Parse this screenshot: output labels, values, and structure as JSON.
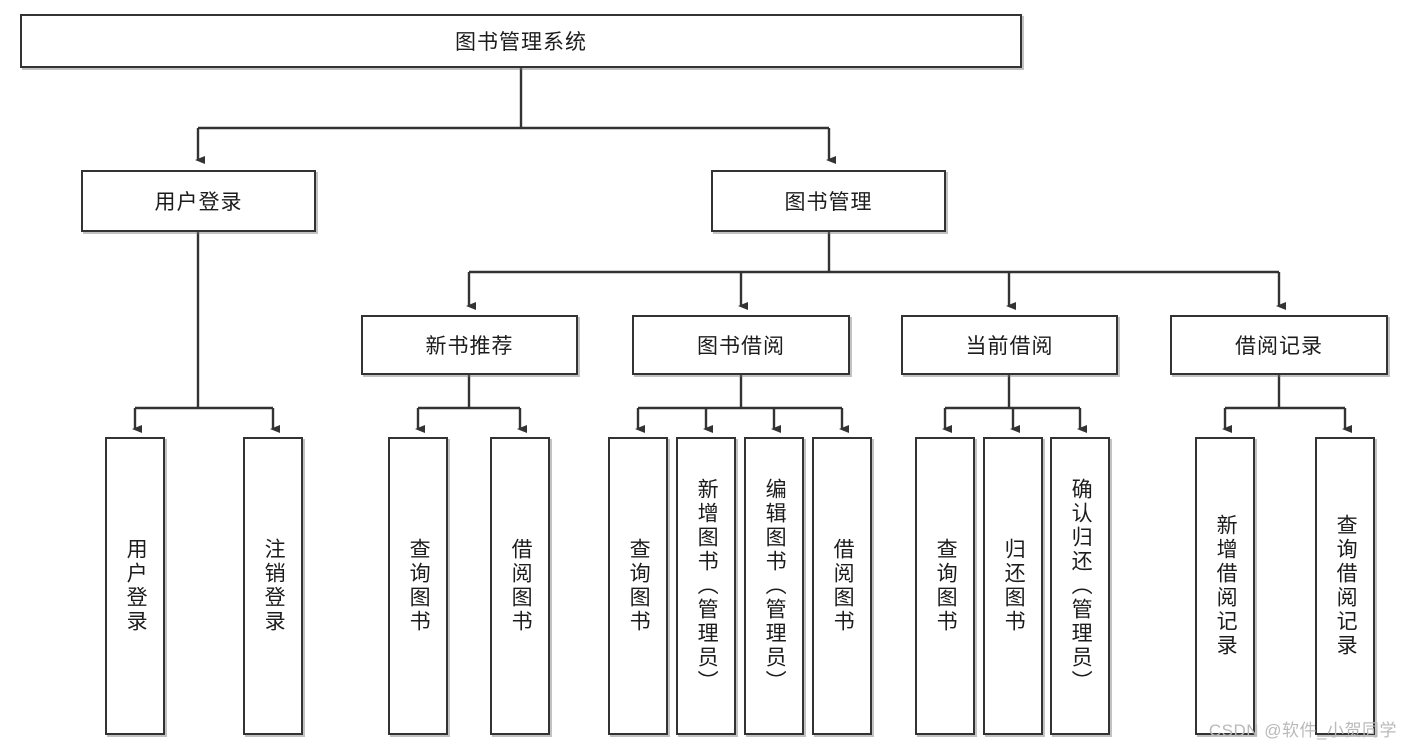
{
  "diagram": {
    "type": "hierarchy-tree",
    "title": "图书管理系统",
    "colors": {
      "box_border": "#333333",
      "box_fill": "#ffffff",
      "edge": "#333333",
      "text": "#1c1c1c",
      "watermark": "#b9b9b9"
    },
    "nodes": {
      "root": {
        "label": "图书管理系统",
        "level": 0
      },
      "user_login": {
        "label": "用户登录",
        "level": 1
      },
      "book_manage": {
        "label": "图书管理",
        "level": 1
      },
      "new_book_rec": {
        "label": "新书推荐",
        "level": 2
      },
      "book_borrow": {
        "label": "图书借阅",
        "level": 2
      },
      "current_borrow": {
        "label": "当前借阅",
        "level": 2
      },
      "borrow_record": {
        "label": "借阅记录",
        "level": 2
      },
      "leaf_user_login": {
        "label": "用户登录",
        "level": 3
      },
      "leaf_logout": {
        "label": "注销登录",
        "level": 3
      },
      "leaf_query_book_1": {
        "label": "查询图书",
        "level": 3
      },
      "leaf_borrow_book_1": {
        "label": "借阅图书",
        "level": 3
      },
      "leaf_query_book_2": {
        "label": "查询图书",
        "level": 3
      },
      "leaf_add_book": {
        "label": "新增图书（管理员）",
        "level": 3
      },
      "leaf_edit_book": {
        "label": "编辑图书（管理员）",
        "level": 3
      },
      "leaf_borrow_book_2": {
        "label": "借阅图书",
        "level": 3
      },
      "leaf_query_book_3": {
        "label": "查询图书",
        "level": 3
      },
      "leaf_return_book": {
        "label": "归还图书",
        "level": 3
      },
      "leaf_confirm_return": {
        "label": "确认归还（管理员）",
        "level": 3
      },
      "leaf_add_record": {
        "label": "新增借阅记录",
        "level": 3
      },
      "leaf_query_record": {
        "label": "查询借阅记录",
        "level": 3
      }
    },
    "watermark": "CSDN @软件_小贺同学"
  }
}
